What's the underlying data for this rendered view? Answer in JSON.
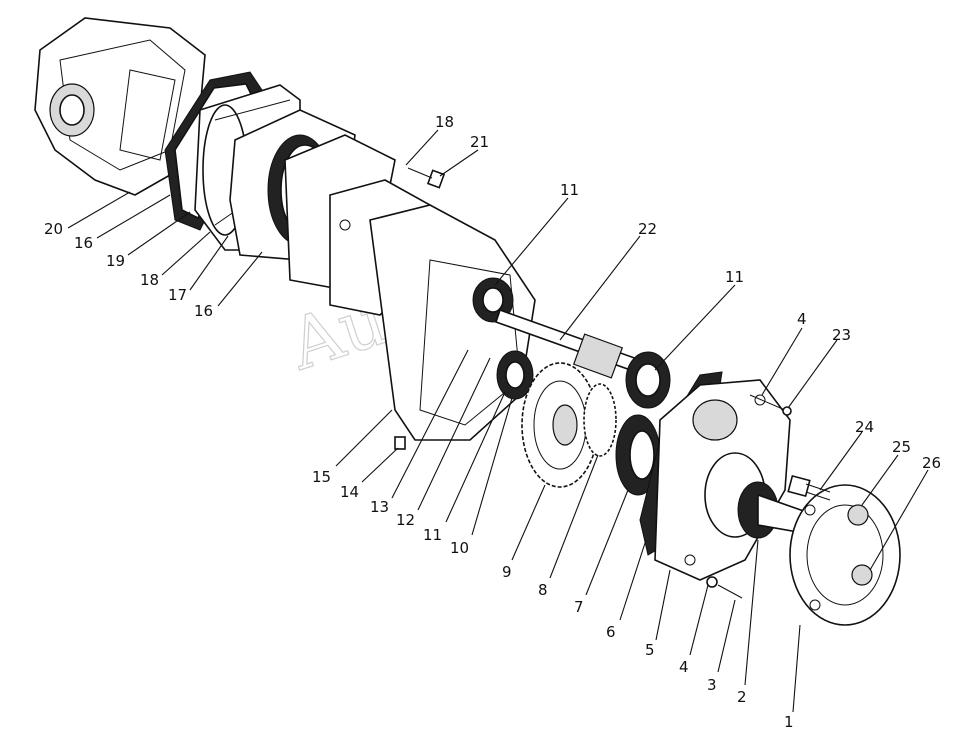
{
  "diagram": {
    "watermark": "Auto",
    "callouts": [
      "1",
      "2",
      "3",
      "4",
      "4",
      "5",
      "6",
      "7",
      "8",
      "9",
      "10",
      "11",
      "11",
      "11",
      "12",
      "13",
      "14",
      "15",
      "16",
      "16",
      "17",
      "18",
      "18",
      "19",
      "20",
      "21",
      "22",
      "23",
      "24",
      "25",
      "26"
    ]
  }
}
